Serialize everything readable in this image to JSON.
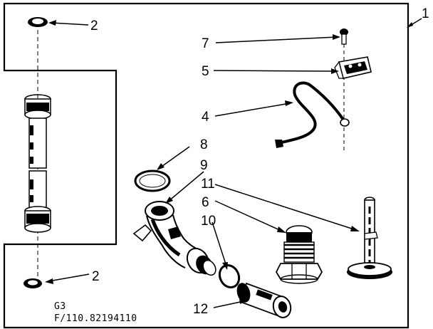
{
  "diagram": {
    "assembly_number": "1",
    "callouts": {
      "c2_top": "2",
      "c7": "7",
      "c5": "5",
      "c4": "4",
      "c8": "8",
      "c9": "9",
      "c11": "11",
      "c6": "6",
      "c10": "10",
      "c2_bottom": "2",
      "c12": "12"
    },
    "footer": {
      "line1": "G3",
      "line2": "F/110.82194110"
    }
  }
}
